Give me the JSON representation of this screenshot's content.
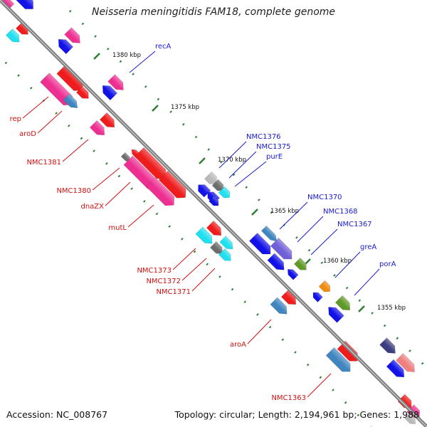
{
  "title": "Neisseria meningitidis FAM18, complete genome",
  "footer": {
    "accession": "Accession: NC_008767",
    "summary": "Topology: circular; Length: 2,194,961 bp; Genes: 1,988"
  },
  "colors": {
    "backbone": "#8c8c8c",
    "tick": "#2e7d32",
    "forward_label": "#1a1ad0",
    "reverse_label": "#d01010"
  },
  "scale_ticks": [
    "1380 kbp",
    "1375 kbp",
    "1370 kbp",
    "1365 kbp",
    "1360 kbp",
    "1355 kbp"
  ],
  "forward_labels": [
    "recA",
    "NMC1376",
    "NMC1375",
    "purE",
    "NMC1370",
    "NMC1368",
    "NMC1367",
    "greA",
    "porA"
  ],
  "reverse_labels": [
    "rep",
    "aroD",
    "NMC1381",
    "NMC1380",
    "dnaZX",
    "mutL",
    "NMC1373",
    "NMC1372",
    "NMC1371",
    "aroA",
    "NMC1363"
  ],
  "feature_colors": {
    "red": "#ee1c1c",
    "pink": "#ee2f92",
    "blue": "#1212e8",
    "cyan": "#20e0f0",
    "steel": "#3f85c0",
    "gray": "#6d6d6d",
    "lightgray": "#b9b9b9",
    "purple": "#7060d8",
    "olive": "#5f9a28",
    "orange": "#f08c10",
    "navy": "#3c3c80",
    "salmon": "#ee8080"
  }
}
